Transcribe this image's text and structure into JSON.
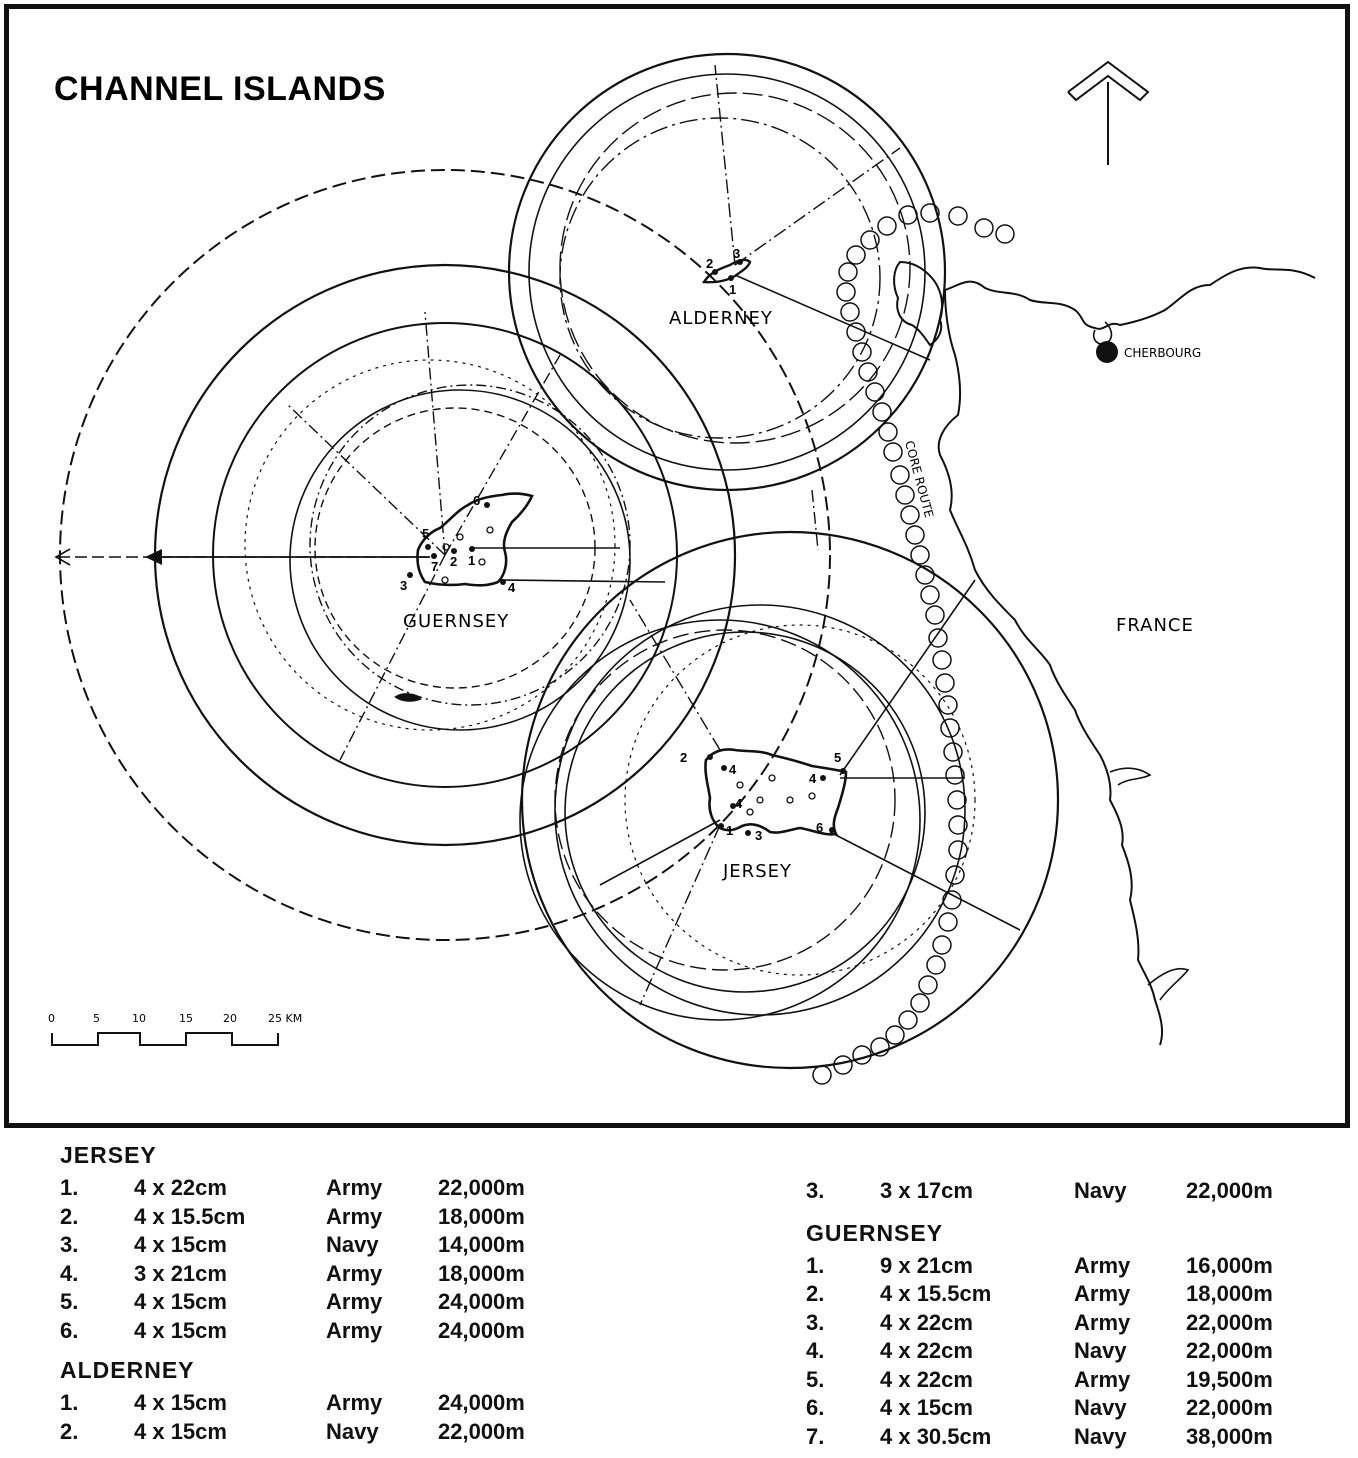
{
  "map": {
    "title": "CHANNEL ISLANDS",
    "labels": {
      "alderney": "ALDERNEY",
      "guernsey": "GUERNSEY",
      "jersey": "JERSEY",
      "france": "FRANCE",
      "cherbourg": "CHERBOURG",
      "route": "CORE ROUTE"
    },
    "scale": {
      "ticks": [
        "0",
        "5",
        "10",
        "15",
        "20",
        "25 KM"
      ]
    },
    "north_arrow_icon": "north-arrow-icon",
    "battery_numbers": {
      "alderney": [
        "1",
        "2",
        "3"
      ],
      "guernsey": [
        "1",
        "2",
        "3",
        "4",
        "5",
        "6",
        "7"
      ],
      "jersey": [
        "1",
        "2",
        "3",
        "4",
        "4",
        "4",
        "5",
        "6"
      ]
    }
  },
  "legend": {
    "jersey": {
      "heading": "JERSEY",
      "rows": [
        {
          "num": "1.",
          "guns": "4 x 22cm",
          "service": "Army",
          "range": "22,000m"
        },
        {
          "num": "2.",
          "guns": "4 x 15.5cm",
          "service": "Army",
          "range": "18,000m"
        },
        {
          "num": "3.",
          "guns": "4 x 15cm",
          "service": "Navy",
          "range": "14,000m"
        },
        {
          "num": "4.",
          "guns": "3 x 21cm",
          "service": "Army",
          "range": "18,000m"
        },
        {
          "num": "5.",
          "guns": "4 x 15cm",
          "service": "Army",
          "range": "24,000m"
        },
        {
          "num": "6.",
          "guns": "4 x 15cm",
          "service": "Army",
          "range": "24,000m"
        }
      ]
    },
    "alderney": {
      "heading": "ALDERNEY",
      "rows": [
        {
          "num": "1.",
          "guns": "4 x 15cm",
          "service": "Army",
          "range": "24,000m"
        },
        {
          "num": "2.",
          "guns": "4 x 15cm",
          "service": "Navy",
          "range": "22,000m"
        },
        {
          "num": "3.",
          "guns": "3 x 17cm",
          "service": "Navy",
          "range": "22,000m"
        }
      ]
    },
    "guernsey": {
      "heading": "GUERNSEY",
      "rows": [
        {
          "num": "1.",
          "guns": "9 x 21cm",
          "service": "Army",
          "range": "16,000m"
        },
        {
          "num": "2.",
          "guns": "4 x 15.5cm",
          "service": "Army",
          "range": "18,000m"
        },
        {
          "num": "3.",
          "guns": "4 x 22cm",
          "service": "Army",
          "range": "22,000m"
        },
        {
          "num": "4.",
          "guns": "4 x 22cm",
          "service": "Navy",
          "range": "22,000m"
        },
        {
          "num": "5.",
          "guns": "4 x 22cm",
          "service": "Army",
          "range": "19,500m"
        },
        {
          "num": "6.",
          "guns": "4 x 15cm",
          "service": "Navy",
          "range": "22,000m"
        },
        {
          "num": "7.",
          "guns": "4 x 30.5cm",
          "service": "Navy",
          "range": "38,000m"
        }
      ]
    }
  }
}
